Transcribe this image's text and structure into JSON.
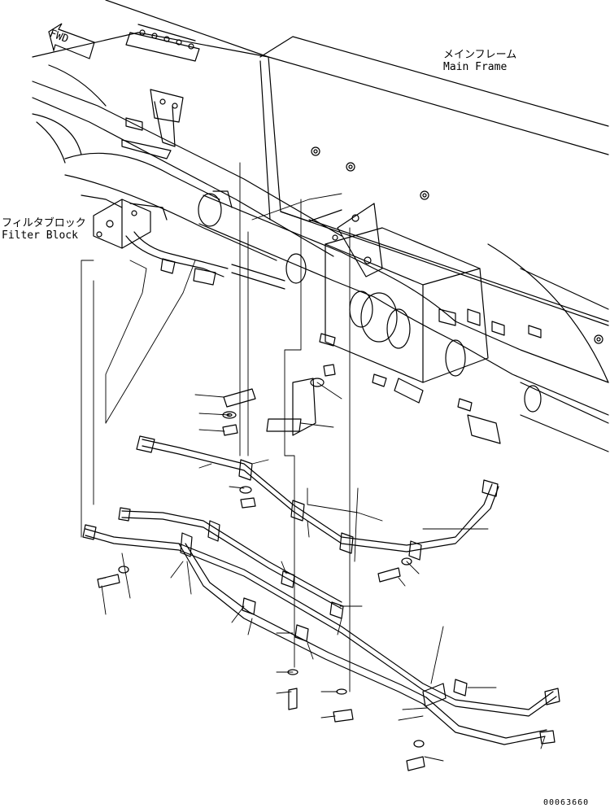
{
  "labels": {
    "main_frame_jp": "メインフレーム",
    "main_frame_en": "Main Frame",
    "filter_block_jp": "フィルタブロック",
    "filter_block_en": "Filter Block",
    "fwd": "FWD",
    "drawing_code": "00063660"
  },
  "colors": {
    "line": "#000000",
    "background": "#ffffff"
  }
}
